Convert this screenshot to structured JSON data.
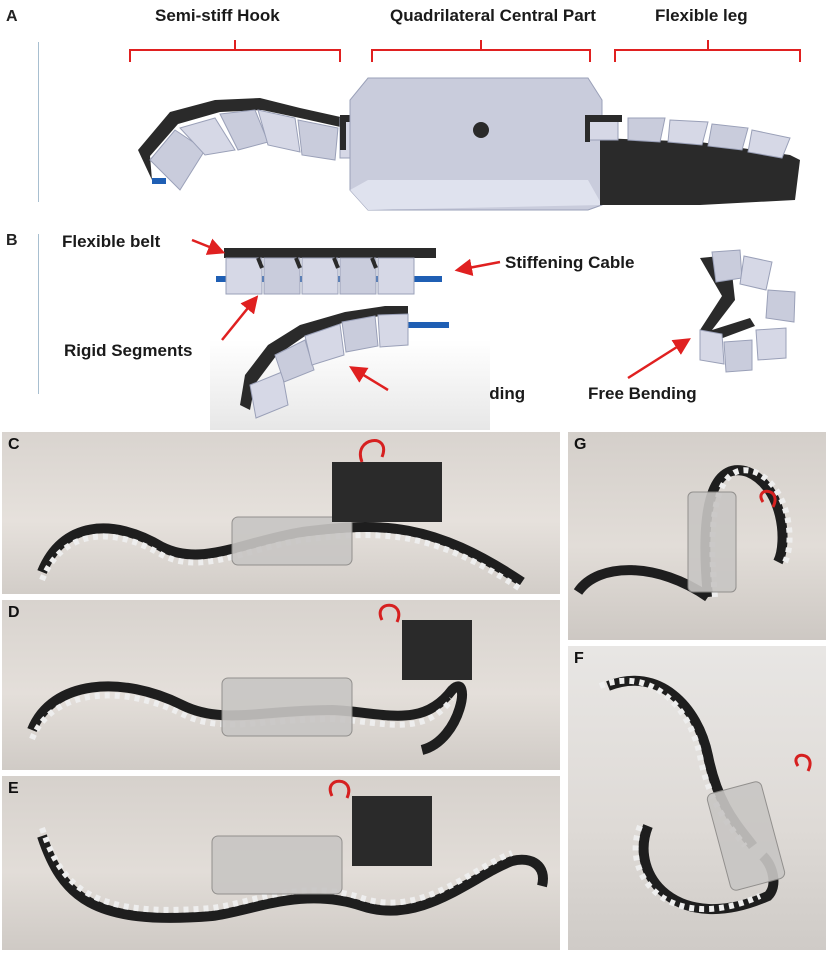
{
  "panel_a": {
    "label": "A",
    "sections": [
      "Semi-stiff Hook",
      "Quadrilateral Central Part",
      "Flexible leg"
    ]
  },
  "panel_b": {
    "label": "B",
    "callouts": {
      "belt": "Flexible belt",
      "cable": "Stiffening Cable",
      "segments": "Rigid Segments",
      "limited": "Limited Bending",
      "free": "Free Bending"
    }
  },
  "photos": [
    {
      "label": "C"
    },
    {
      "label": "D"
    },
    {
      "label": "E"
    },
    {
      "label": "G"
    },
    {
      "label": "F"
    }
  ],
  "colors": {
    "bracket": "#e02020",
    "arrow": "#e02020",
    "segment": "#c9ccdc",
    "belt": "#2a2a2a",
    "cable": "#1f5fb4",
    "guide": "#a8bfd0"
  }
}
